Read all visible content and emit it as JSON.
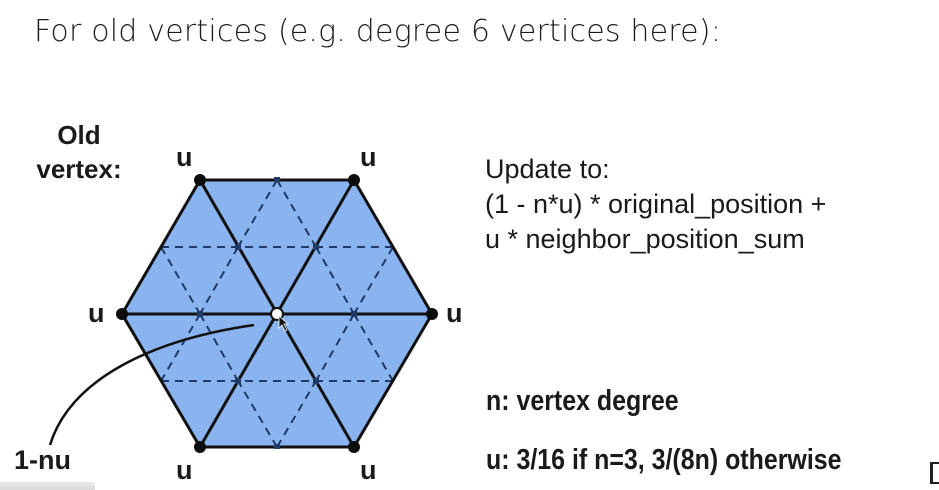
{
  "slide": {
    "title": "For old vertices (e.g. degree 6 vertices here):",
    "diagram": {
      "caption_line1": "Old",
      "caption_line2": "vertex:",
      "neighbor_weight_label": "u",
      "center_weight_label": "1-nu",
      "fill_color": "#8ab4f0",
      "edge_color": "#111111",
      "dashed_color": "#1f3a66",
      "neighbor_count": 6
    },
    "update_rule": {
      "line1": "Update to:",
      "line2": "(1 - n*u) * original_position +",
      "line3": "u * neighbor_position_sum"
    },
    "definitions": {
      "n": "n: vertex degree",
      "u": "u: 3/16 if n=3, 3/(8n) otherwise"
    }
  }
}
